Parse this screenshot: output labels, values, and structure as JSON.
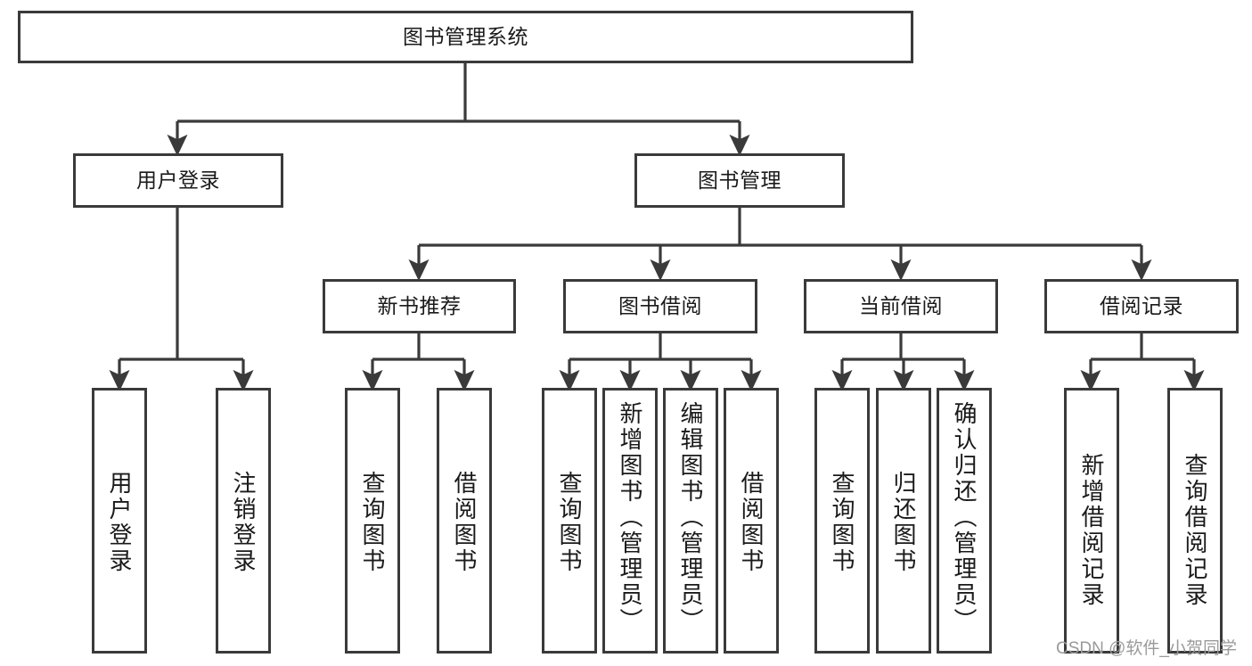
{
  "diagram": {
    "title": "图书管理系统",
    "type": "tree-hierarchy-diagram",
    "watermark": "CSDN @软件_小贺同学",
    "colors": {
      "border": "#3a3a3a",
      "background": "#ffffff",
      "text": "#1a1a1a",
      "watermark": "#9a9a9a"
    },
    "nodes": {
      "root": "图书管理系统",
      "level2": {
        "user_login": "用户登录",
        "book_management": "图书管理"
      },
      "level3": {
        "new_book_recommend": "新书推荐",
        "book_borrow": "图书借阅",
        "current_borrow": "当前借阅",
        "borrow_record": "借阅记录"
      },
      "leaves": {
        "user_login": [
          "用户登录",
          "注销登录"
        ],
        "new_book_recommend": [
          "查询图书",
          "借阅图书"
        ],
        "book_borrow": [
          "查询图书",
          "新增图书（管理员）",
          "编辑图书（管理员）",
          "借阅图书"
        ],
        "current_borrow": [
          "查询图书",
          "归还图书",
          "确认归还（管理员）"
        ],
        "borrow_record": [
          "新增借阅记录",
          "查询借阅记录"
        ]
      }
    }
  }
}
